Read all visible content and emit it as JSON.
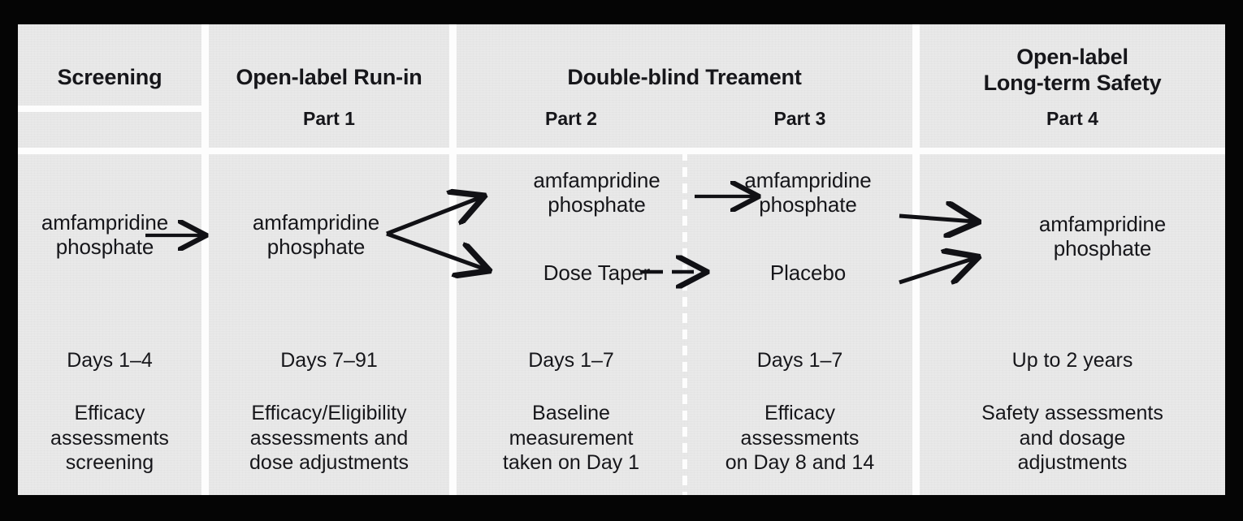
{
  "figure": {
    "title": "Study design schematic",
    "background_color": "#e9e9e9",
    "frame_color": "#050505",
    "text_color": "#16161a"
  },
  "columns": [
    {
      "id": "screening",
      "header": "Screening",
      "part": "",
      "flow": "amfampridine\nphosphate",
      "days": "Days 1–4",
      "assessments": "Efficacy\nassessments\nscreening"
    },
    {
      "id": "open-label-run-in",
      "header": "Open-label Run-in",
      "part": "Part 1",
      "flow": "amfampridine\nphosphate",
      "days": "Days 7–91",
      "assessments": "Efficacy/Eligibility\nassessments and\ndose adjustments"
    },
    {
      "id": "double-blind-part2",
      "header": "Double-blind Treament",
      "part": "Part 2",
      "flow_top": "amfampridine\nphosphate",
      "flow_bottom": "Dose Taper",
      "days": "Days 1–7",
      "assessments": "Baseline\nmeasurement\ntaken on Day 1"
    },
    {
      "id": "double-blind-part3",
      "header": "",
      "part": "Part 3",
      "flow_top": "amfampridine\nphosphate",
      "flow_bottom": "Placebo",
      "days": "Days 1–7",
      "assessments": "Efficacy\nassessments\non Day 8 and 14"
    },
    {
      "id": "open-label-long-term-safety",
      "header": "Open-label\nLong-term Safety",
      "part": "Part 4",
      "flow": "amfampridine\nphosphate",
      "days": "Up to 2 years",
      "assessments": "Safety assessments\nand dosage\nadjustments"
    }
  ],
  "headers": {
    "screening": "Screening",
    "run_in": "Open-label Run-in",
    "double_blind": "Double-blind Treament",
    "long_term_line1": "Open-label",
    "long_term_line2": "Long-term Safety",
    "part1": "Part 1",
    "part2": "Part 2",
    "part3": "Part 3",
    "part4": "Part 4"
  },
  "flow": {
    "screening_drug_l1": "amfampridine",
    "screening_drug_l2": "phosphate",
    "runin_drug_l1": "amfampridine",
    "runin_drug_l2": "phosphate",
    "part2_top_l1": "amfampridine",
    "part2_top_l2": "phosphate",
    "part2_bottom": "Dose Taper",
    "part3_top_l1": "amfampridine",
    "part3_top_l2": "phosphate",
    "part3_bottom": "Placebo",
    "part4_drug_l1": "amfampridine",
    "part4_drug_l2": "phosphate"
  },
  "duration": {
    "screening": "Days 1–4",
    "run_in": "Days 7–91",
    "part2": "Days 1–7",
    "part3": "Days 1–7",
    "part4": "Up to 2 years"
  },
  "assessments": {
    "screening_l1": "Efficacy",
    "screening_l2": "assessments",
    "screening_l3": "screening",
    "runin_l1": "Efficacy/Eligibility",
    "runin_l2": "assessments and",
    "runin_l3": "dose adjustments",
    "part2_l1": "Baseline",
    "part2_l2": "measurement",
    "part2_l3": "taken on Day 1",
    "part3_l1": "Efficacy",
    "part3_l2": "assessments",
    "part3_l3": "on Day 8 and 14",
    "part4_l1": "Safety assessments",
    "part4_l2": "and dosage",
    "part4_l3": "adjustments"
  },
  "arrows": [
    {
      "name": "screening-to-runin",
      "style": "solid"
    },
    {
      "name": "runin-branch-to-part2-top",
      "style": "solid"
    },
    {
      "name": "runin-branch-to-part2-bottom",
      "style": "solid"
    },
    {
      "name": "part2-top-to-part3-top",
      "style": "solid"
    },
    {
      "name": "dose-taper-to-placebo",
      "style": "dashed"
    },
    {
      "name": "part3-top-to-part4",
      "style": "solid"
    },
    {
      "name": "placebo-to-part4",
      "style": "solid"
    }
  ]
}
